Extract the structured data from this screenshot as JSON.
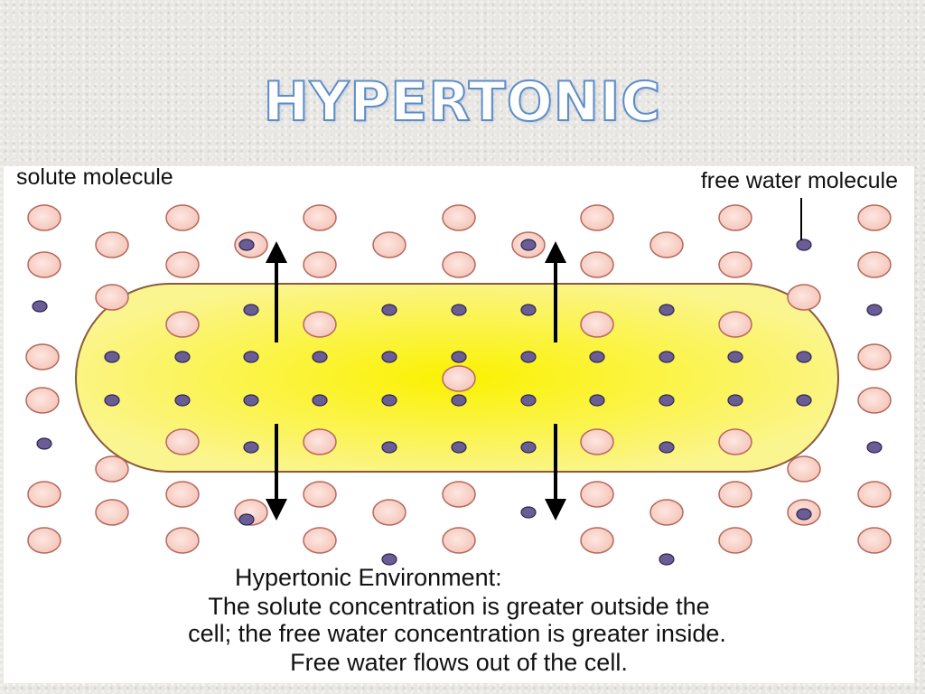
{
  "title": "HYPERTONIC",
  "diagram": {
    "label_solute": "solute molecule",
    "label_water": "free water molecule",
    "caption_line1": "Hypertonic Environment:",
    "caption_line2": "The solute concentration is greater outside the",
    "caption_line3": "cell; the free water concentration is greater inside.",
    "caption_line4": "Free water flows out of the cell."
  },
  "colors": {
    "solute_fill": "#f4c4b8",
    "solute_stroke": "#b5685c",
    "water_fill": "#6a5d95",
    "water_stroke": "#2e2550",
    "cell_fill_center": "#fbf200",
    "cell_fill_edge": "#fbf590",
    "cell_stroke": "#8a5a3c",
    "title_stroke": "#5b8dc9"
  }
}
